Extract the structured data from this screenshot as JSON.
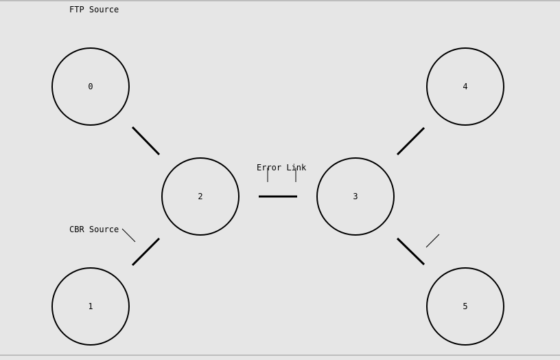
{
  "colors": {
    "background": "#e6e6e6",
    "stroke": "#000000"
  },
  "nodes": [
    {
      "id": "node-0",
      "label": "0"
    },
    {
      "id": "node-1",
      "label": "1"
    },
    {
      "id": "node-2",
      "label": "2"
    },
    {
      "id": "node-3",
      "label": "3"
    },
    {
      "id": "node-4",
      "label": "4"
    },
    {
      "id": "node-5",
      "label": "5"
    }
  ],
  "links": [
    {
      "id": "link-0-2",
      "from": "0",
      "to": "2"
    },
    {
      "id": "link-1-2",
      "from": "1",
      "to": "2"
    },
    {
      "id": "link-2-3",
      "from": "2",
      "to": "3",
      "error": true
    },
    {
      "id": "link-3-4",
      "from": "3",
      "to": "4"
    },
    {
      "id": "link-3-5",
      "from": "3",
      "to": "5"
    }
  ],
  "annotations": {
    "ftp_source": "FTP Source",
    "cbr_source": "CBR Source",
    "error_link": "Error Link"
  }
}
